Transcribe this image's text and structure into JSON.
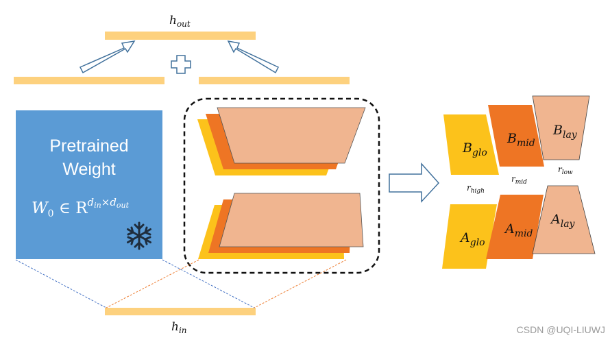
{
  "labels": {
    "h_out": {
      "base": "h",
      "sub": "out"
    },
    "h_in": {
      "base": "h",
      "sub": "in"
    }
  },
  "pretrained": {
    "line1": "Pretrained",
    "line2": "Weight",
    "formula_base": "W",
    "formula_zero": "0",
    "formula_in": " ∈ R",
    "formula_sup": "d",
    "formula_sup_in": "in",
    "formula_times": "×d",
    "formula_sup_out": "out",
    "frozen_icon": "snowflake-icon"
  },
  "blocks": {
    "B_glo": {
      "base": "B",
      "sub": "glo"
    },
    "B_mid": {
      "base": "B",
      "sub": "mid"
    },
    "B_lay": {
      "base": "B",
      "sub": "lay"
    },
    "A_glo": {
      "base": "A",
      "sub": "glo"
    },
    "A_mid": {
      "base": "A",
      "sub": "mid"
    },
    "A_lay": {
      "base": "A",
      "sub": "lay"
    }
  },
  "ranks": {
    "r_high": {
      "base": "r",
      "sub": "high"
    },
    "r_mid": {
      "base": "r",
      "sub": "mid"
    },
    "r_low": {
      "base": "r",
      "sub": "low"
    }
  },
  "watermark": "CSDN @UQI-LIUWJ",
  "colors": {
    "bar": "#fdd17e",
    "blue_box": "#5b9bd5",
    "yellow": "#fcc21b",
    "orange": "#ee7524",
    "salmon": "#f0b590",
    "blue_dash": "#4472c4",
    "orange_dash": "#ed7d31"
  }
}
